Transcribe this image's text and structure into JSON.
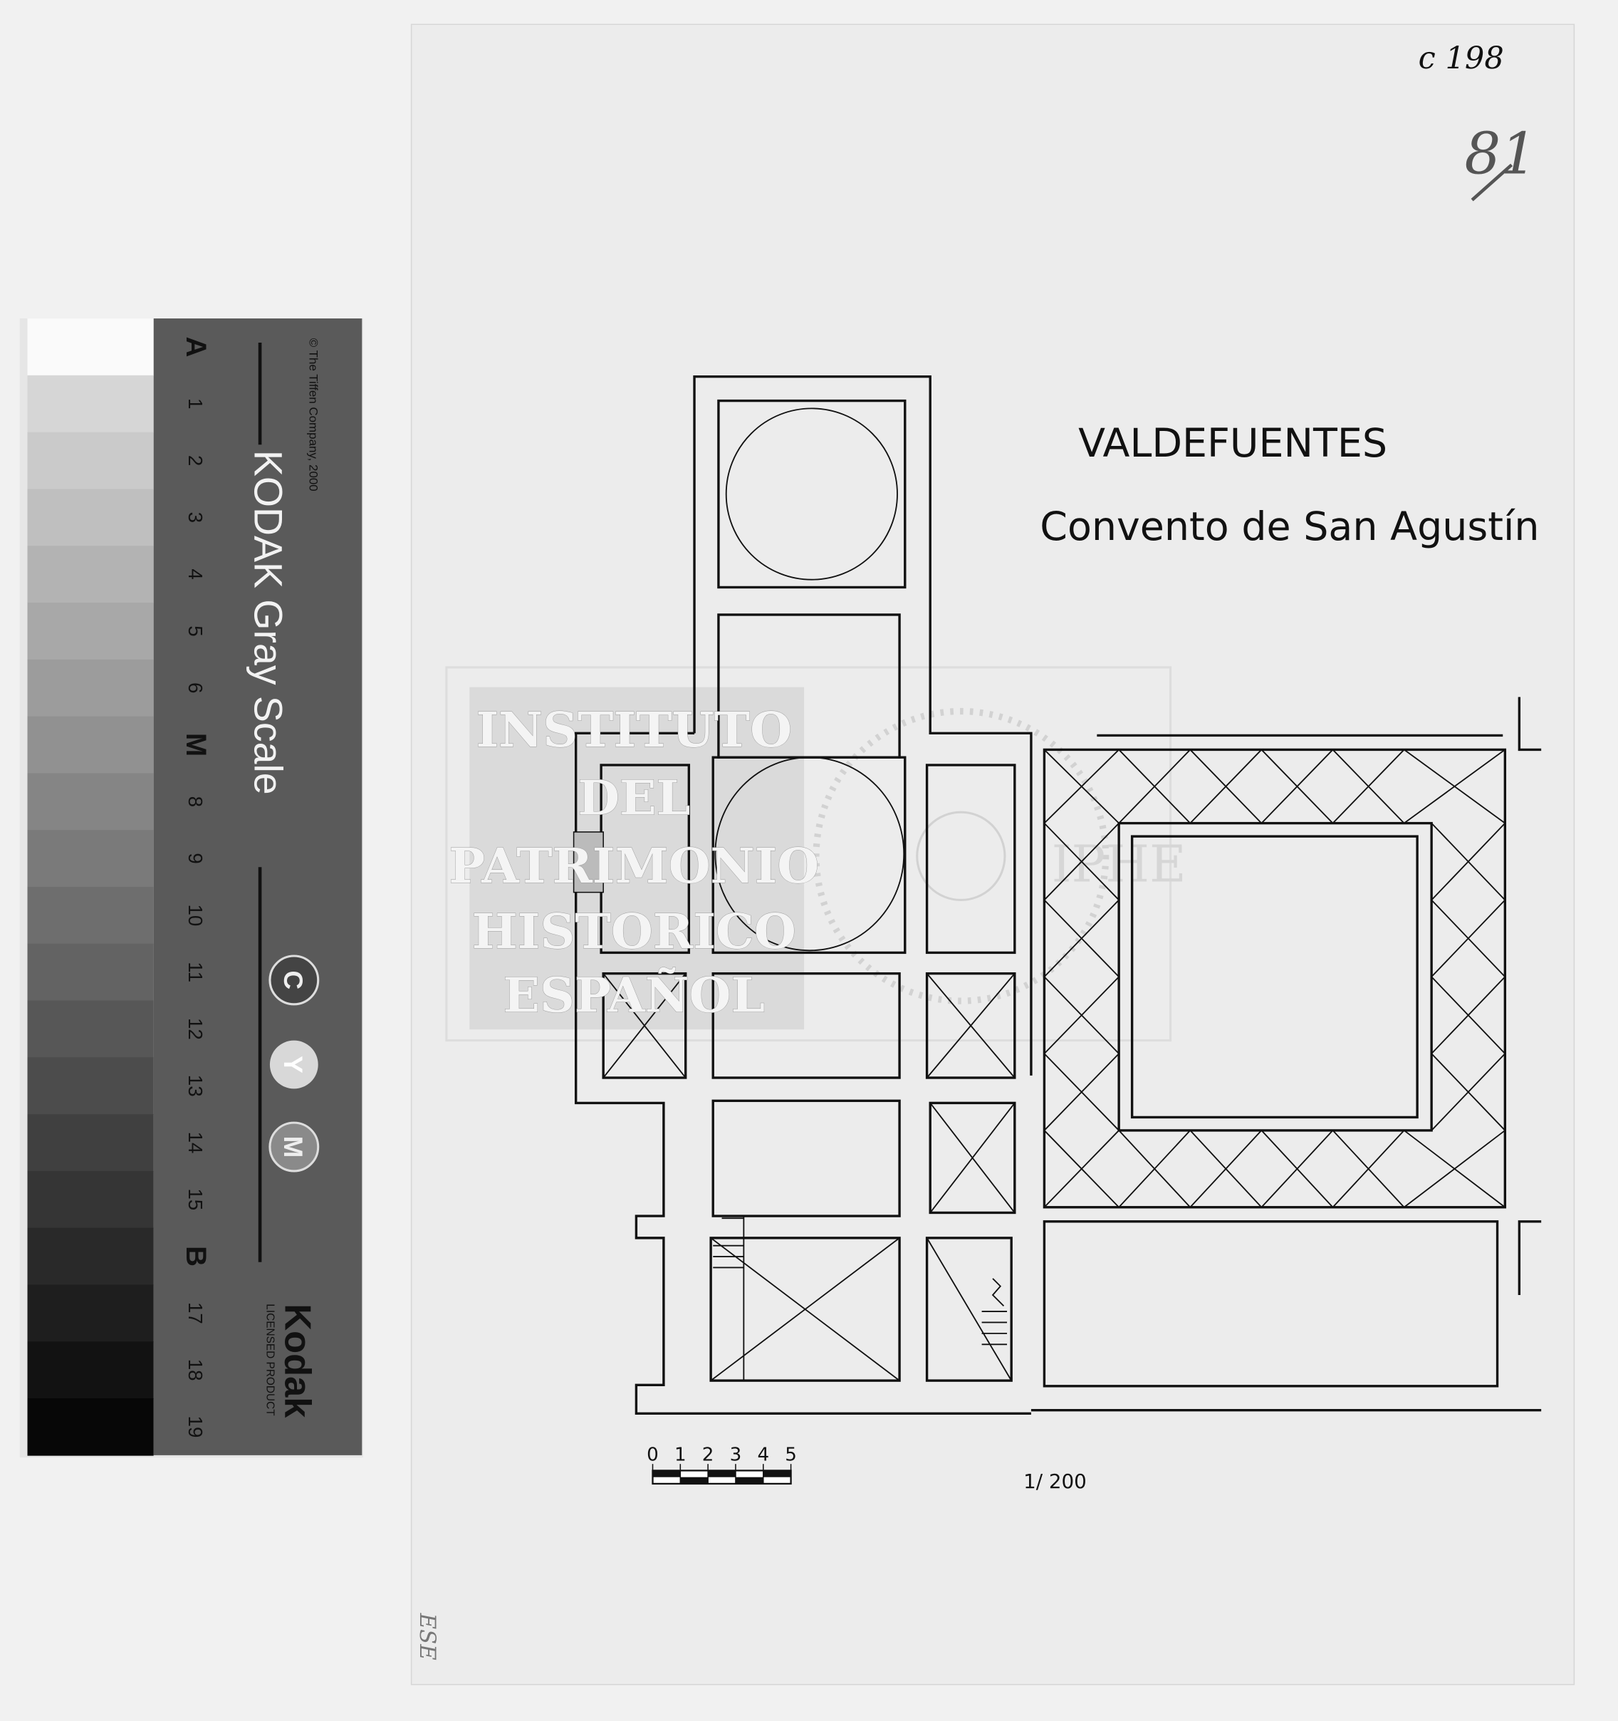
{
  "drawing": {
    "title": "VALDEFUENTES",
    "subtitle": "Convento de San Agustín",
    "scale_bar_labels": [
      "0",
      "1",
      "2",
      "3",
      "4",
      "5"
    ],
    "scale_ratio": "1/ 200"
  },
  "handwritten": {
    "catalog_number": "c 198",
    "sheet_number": "81",
    "margin_note": "ESE"
  },
  "watermark": {
    "lines": [
      "INSTITUTO",
      "DEL",
      "PATRIMONIO",
      "HISTORICO",
      "ESPAÑOL"
    ],
    "seal_text": "IPHE"
  },
  "gray_scale_card": {
    "title": "KODAK Gray Scale",
    "copyright": "© The Tiffen Company, 2000",
    "brand": "Kodak",
    "license": "LICENSED PRODUCT",
    "patch_labels": [
      "A",
      "1",
      "2",
      "3",
      "4",
      "5",
      "6",
      "M",
      "8",
      "9",
      "10",
      "11",
      "12",
      "13",
      "14",
      "15",
      "B",
      "17",
      "18",
      "19"
    ],
    "color_dots": [
      "C",
      "Y",
      "M"
    ]
  }
}
